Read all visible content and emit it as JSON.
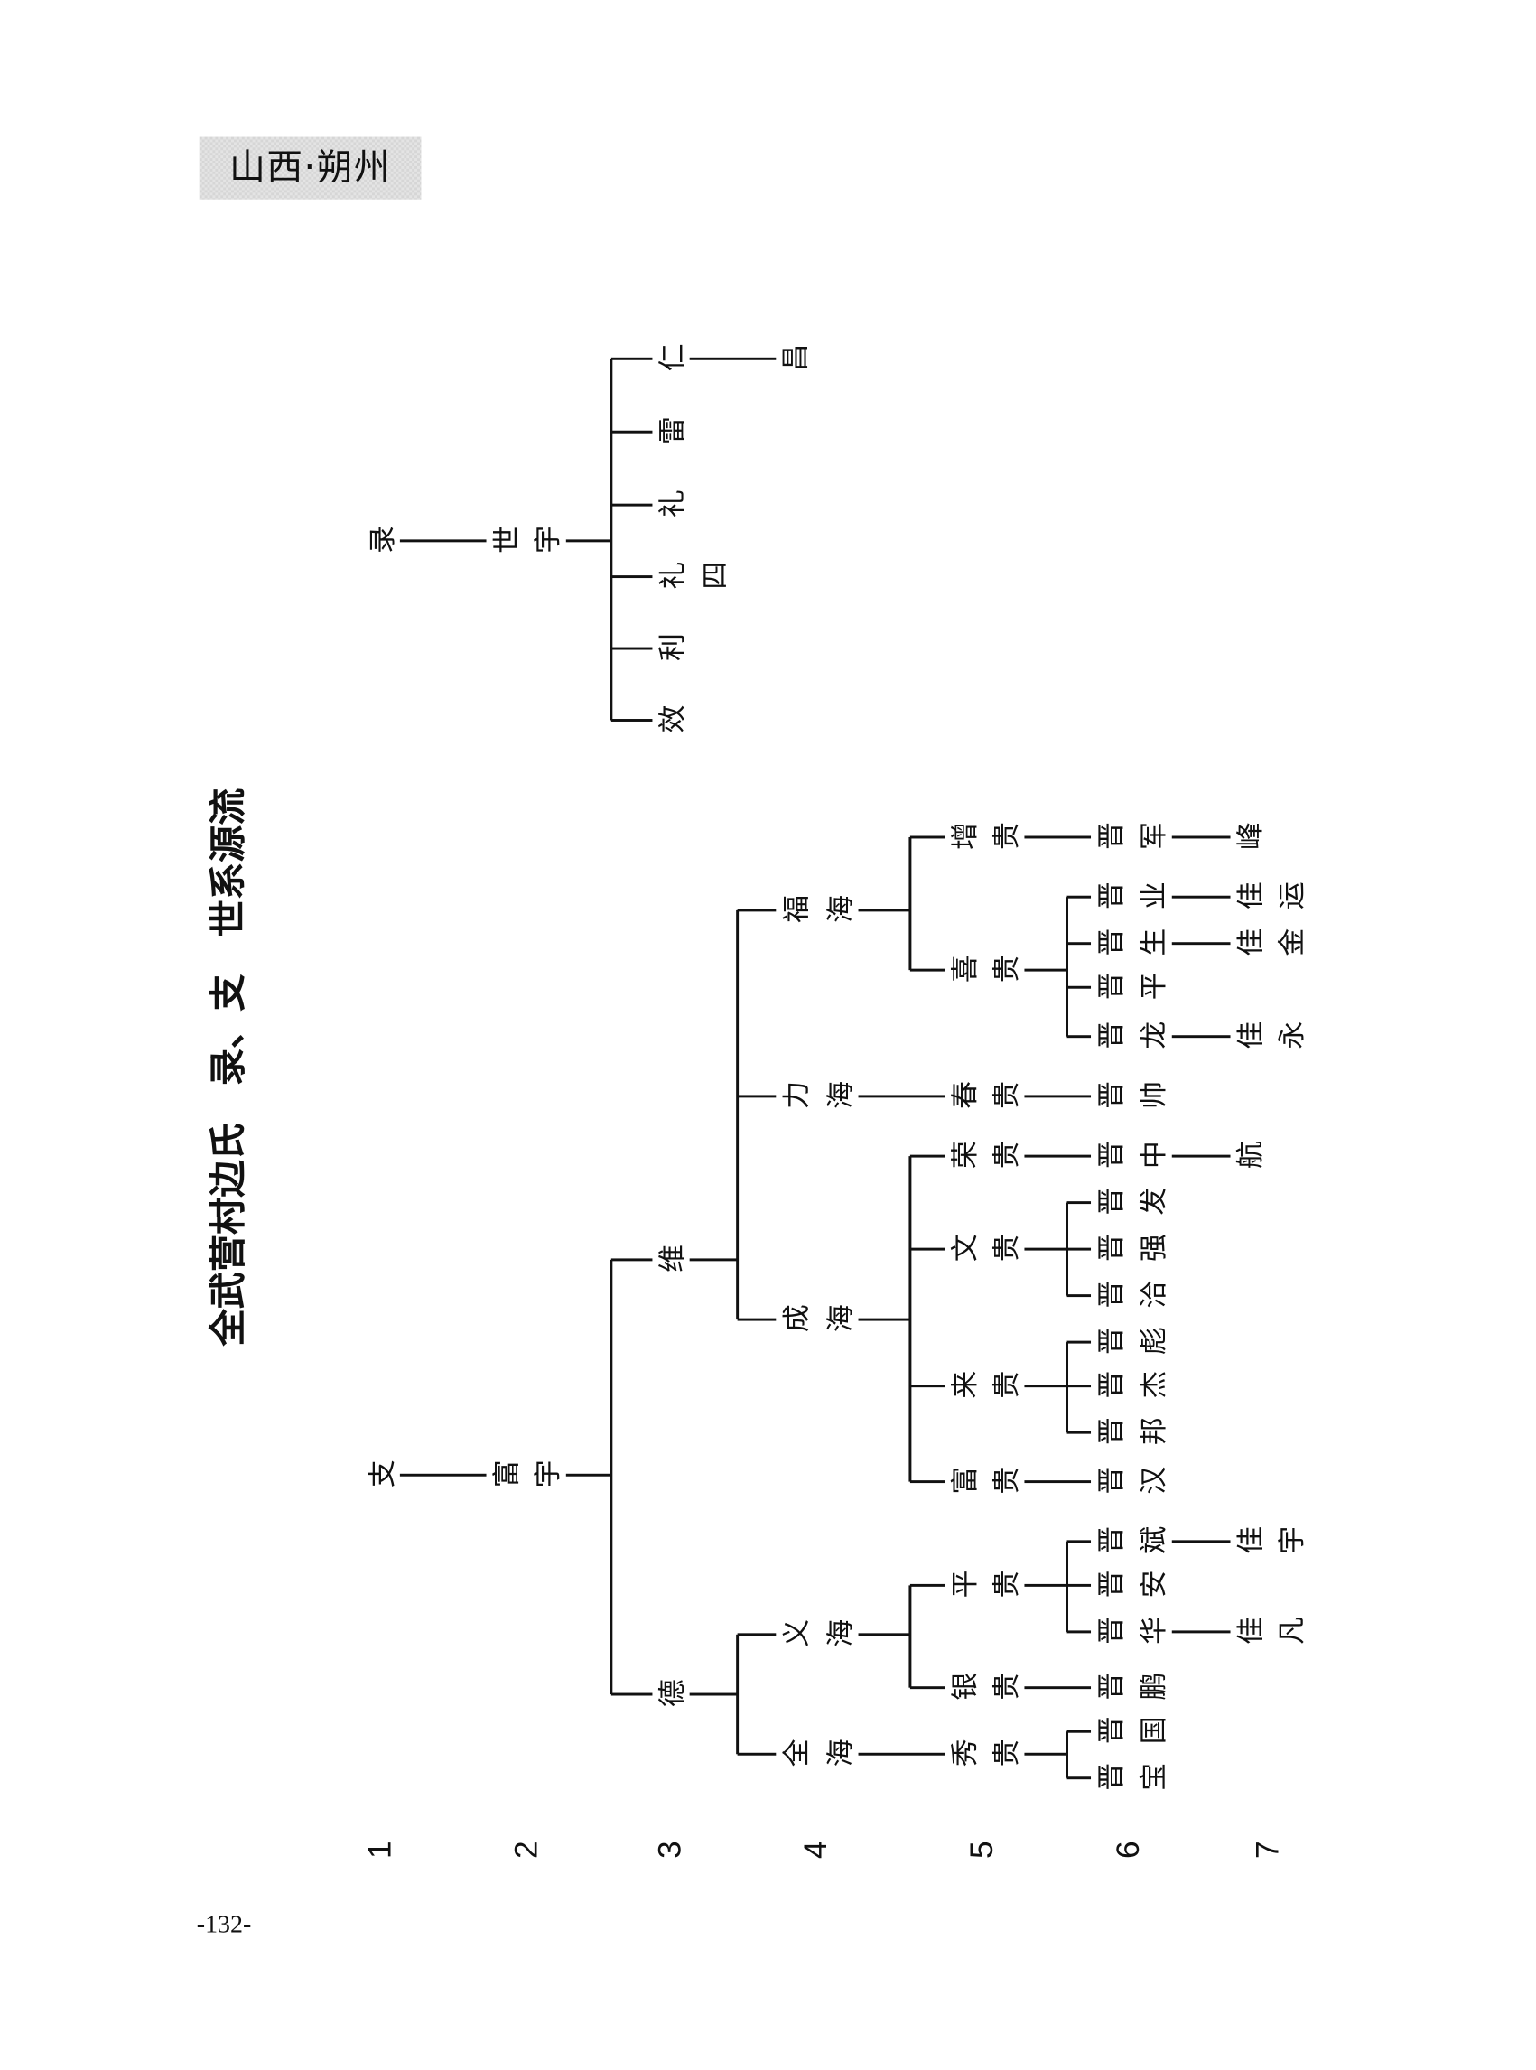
{
  "header": {
    "region": "山西·朔州"
  },
  "title": "全武营村边氏　录、支　世系源流",
  "page_number": "-132-",
  "generations": [
    "1",
    "2",
    "3",
    "4",
    "5",
    "6",
    "7"
  ],
  "trees": [
    {
      "name": "录",
      "children": [
        {
          "name": "世宇",
          "children": [
            {
              "name": "仁",
              "children": [
                {
                  "name": "昌"
                }
              ]
            },
            {
              "name": "雷"
            },
            {
              "name": "礼"
            },
            {
              "name": "礼四"
            },
            {
              "name": "利"
            },
            {
              "name": "效"
            }
          ]
        }
      ]
    },
    {
      "name": "支",
      "children": [
        {
          "name": "富宇",
          "children": [
            {
              "name": "维",
              "children": [
                {
                  "name": "福海",
                  "children": [
                    {
                      "name": "增贵",
                      "children": [
                        {
                          "name": "晋军",
                          "children": [
                            {
                              "name": "峰"
                            }
                          ]
                        }
                      ]
                    },
                    {
                      "name": "喜贵",
                      "children": [
                        {
                          "name": "晋业",
                          "children": [
                            {
                              "name": "佳运"
                            }
                          ]
                        },
                        {
                          "name": "晋生",
                          "children": [
                            {
                              "name": "佳金"
                            }
                          ]
                        },
                        {
                          "name": "晋平"
                        },
                        {
                          "name": "晋龙",
                          "children": [
                            {
                              "name": "佳永"
                            }
                          ]
                        }
                      ]
                    }
                  ]
                },
                {
                  "name": "力海",
                  "children": [
                    {
                      "name": "春贵",
                      "children": [
                        {
                          "name": "晋帅"
                        }
                      ]
                    }
                  ]
                },
                {
                  "name": "成海",
                  "children": [
                    {
                      "name": "荣贵",
                      "children": [
                        {
                          "name": "晋中",
                          "children": [
                            {
                              "name": "航"
                            }
                          ]
                        }
                      ]
                    },
                    {
                      "name": "文贵",
                      "children": [
                        {
                          "name": "晋发"
                        },
                        {
                          "name": "晋强"
                        },
                        {
                          "name": "晋洽"
                        }
                      ]
                    },
                    {
                      "name": "来贵",
                      "children": [
                        {
                          "name": "晋彪"
                        },
                        {
                          "name": "晋杰"
                        },
                        {
                          "name": "晋邦"
                        }
                      ]
                    },
                    {
                      "name": "富贵",
                      "children": [
                        {
                          "name": "晋汉"
                        }
                      ]
                    }
                  ]
                }
              ]
            },
            {
              "name": "德",
              "children": [
                {
                  "name": "义海",
                  "children": [
                    {
                      "name": "平贵",
                      "children": [
                        {
                          "name": "晋斌",
                          "children": [
                            {
                              "name": "佳宇"
                            }
                          ]
                        },
                        {
                          "name": "晋安"
                        },
                        {
                          "name": "晋华",
                          "children": [
                            {
                              "name": "佳凡"
                            }
                          ]
                        }
                      ]
                    },
                    {
                      "name": "银贵",
                      "children": [
                        {
                          "name": "晋鹏"
                        }
                      ]
                    }
                  ]
                },
                {
                  "name": "全海",
                  "children": [
                    {
                      "name": "秀贵",
                      "children": [
                        {
                          "name": "晋国"
                        },
                        {
                          "name": "晋宝"
                        }
                      ]
                    }
                  ]
                }
              ]
            }
          ]
        }
      ]
    }
  ]
}
